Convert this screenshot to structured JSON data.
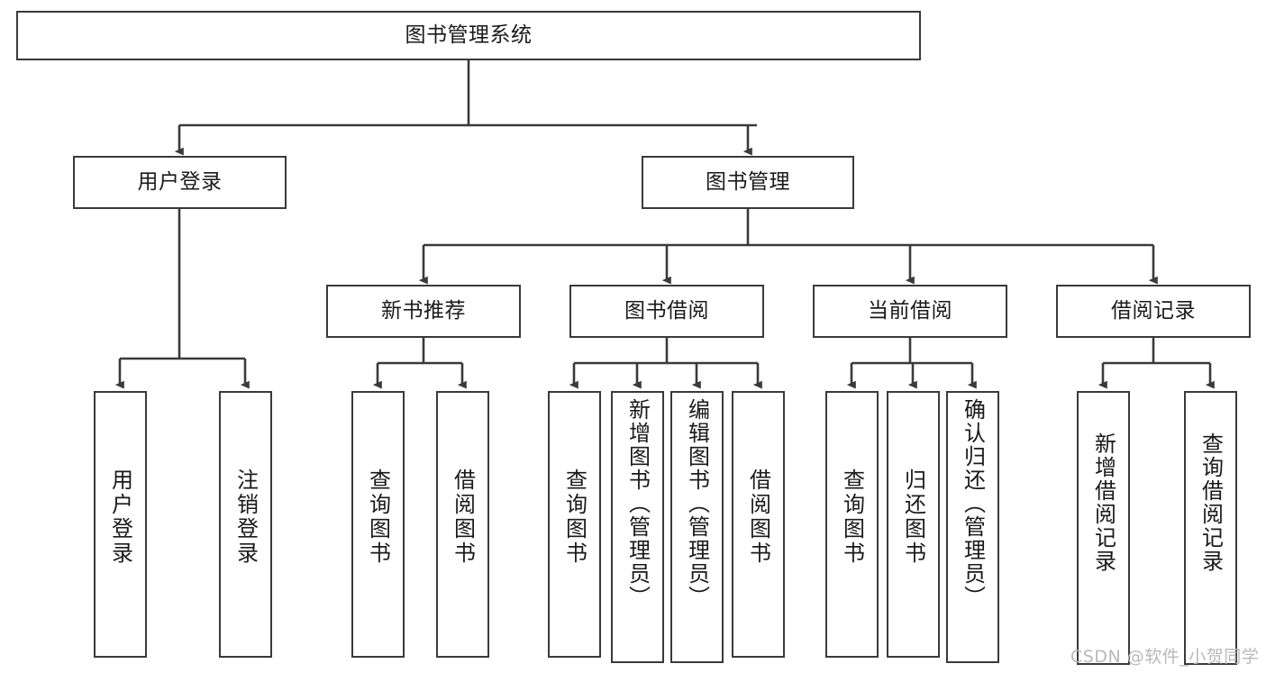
{
  "diagram": {
    "type": "tree-hierarchy-chart",
    "title": "图书管理系统",
    "watermark": "CSDN @软件_小贺同学",
    "colors": {
      "box_border": "#3a3a3a",
      "box_fill": "#ffffff",
      "connector": "#3a3a3a",
      "text": "#1a1a1a",
      "watermark": "#b9b9b9",
      "background": "#ffffff"
    },
    "nodes": {
      "root": {
        "label": "图书管理系统"
      },
      "level2": [
        {
          "id": "user-login",
          "label": "用户登录"
        },
        {
          "id": "book-manage",
          "label": "图书管理"
        }
      ],
      "level3": [
        {
          "id": "new-book-rec",
          "label": "新书推荐"
        },
        {
          "id": "book-borrow",
          "label": "图书借阅"
        },
        {
          "id": "current-borrow",
          "label": "当前借阅"
        },
        {
          "id": "borrow-record",
          "label": "借阅记录"
        }
      ],
      "leaves": [
        {
          "id": "leaf-user-login",
          "label": "用户登录",
          "parent": "user-login"
        },
        {
          "id": "leaf-logout",
          "label": "注销登录",
          "parent": "user-login"
        },
        {
          "id": "leaf-query-book-1",
          "label": "查询图书",
          "parent": "new-book-rec"
        },
        {
          "id": "leaf-borrow-book-1",
          "label": "借阅图书",
          "parent": "new-book-rec"
        },
        {
          "id": "leaf-query-book-2",
          "label": "查询图书",
          "parent": "book-borrow"
        },
        {
          "id": "leaf-add-book",
          "label": "新增图书（管理员）",
          "parent": "book-borrow"
        },
        {
          "id": "leaf-edit-book",
          "label": "编辑图书（管理员）",
          "parent": "book-borrow"
        },
        {
          "id": "leaf-borrow-book-2",
          "label": "借阅图书",
          "parent": "book-borrow"
        },
        {
          "id": "leaf-query-book-3",
          "label": "查询图书",
          "parent": "current-borrow"
        },
        {
          "id": "leaf-return-book",
          "label": "归还图书",
          "parent": "current-borrow"
        },
        {
          "id": "leaf-confirm-return",
          "label": "确认归还（管理员）",
          "parent": "current-borrow"
        },
        {
          "id": "leaf-add-record",
          "label": "新增借阅记录",
          "parent": "borrow-record"
        },
        {
          "id": "leaf-query-record",
          "label": "查询借阅记录",
          "parent": "borrow-record"
        }
      ]
    }
  }
}
